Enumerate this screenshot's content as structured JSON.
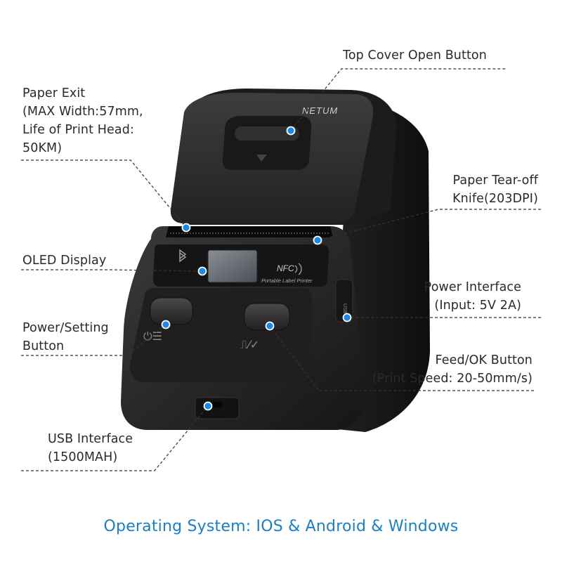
{
  "brand": "NETUM",
  "panel": {
    "nfc": "NFC",
    "caption": "Portable Label Printer",
    "port": "USB"
  },
  "callouts": {
    "top_cover": "Top Cover Open Button",
    "paper_exit": "Paper Exit\n(MAX Width:57mm,\nLife of Print Head:\n50KM)",
    "tear_off": "Paper Tear-off\nKnife(203DPI)",
    "oled": "OLED Display",
    "power_interface": "Power Interface\n(Input: 5V 2A)",
    "power_setting": "Power/Setting\nButton",
    "feed_ok": "Feed/OK Button\n(Print Speed: 20-50mm/s)",
    "usb_interface": "USB Interface\n(1500MAH)"
  },
  "footer": "Operating System: IOS & Android & Windows",
  "colors": {
    "footer_text": "#1a7fc4",
    "callout_dot": "#1e88e5",
    "printer_body": "#2b2b2b"
  }
}
